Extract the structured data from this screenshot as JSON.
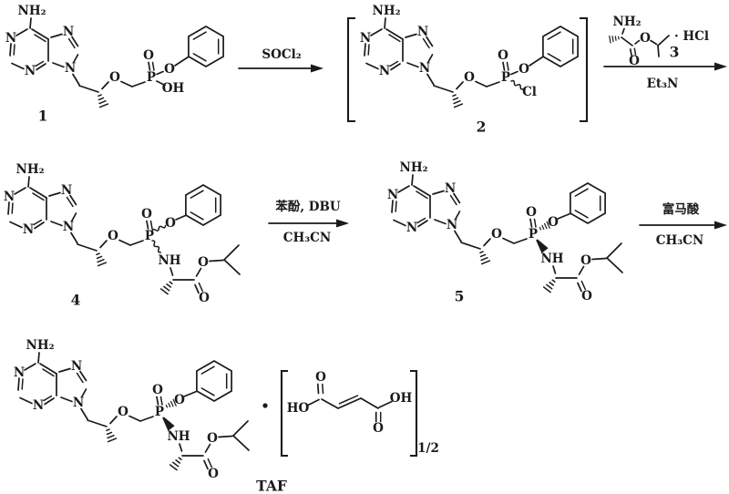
{
  "colors": {
    "background": "#ffffff",
    "ink": "#1a1a1a"
  },
  "atoms": {
    "NH2": "NH₂",
    "N": "N",
    "O": "O",
    "P": "P",
    "OH": "OH",
    "HO": "HO",
    "Cl": "Cl",
    "NH": "NH"
  },
  "compounds": {
    "c1": {
      "label": "1"
    },
    "c2": {
      "label": "2"
    },
    "c3": {
      "label": "3",
      "salt": "· HCl"
    },
    "c4": {
      "label": "4"
    },
    "c5": {
      "label": "5"
    },
    "taf": {
      "label": "TAF",
      "stoichiometry": "1/2"
    }
  },
  "steps": [
    {
      "above": "SOCl₂",
      "below": ""
    },
    {
      "above": "",
      "below": "Et₃N"
    },
    {
      "above": "苯酚, DBU",
      "below": "CH₃CN"
    },
    {
      "above": "富马酸",
      "below": "CH₃CN"
    }
  ]
}
